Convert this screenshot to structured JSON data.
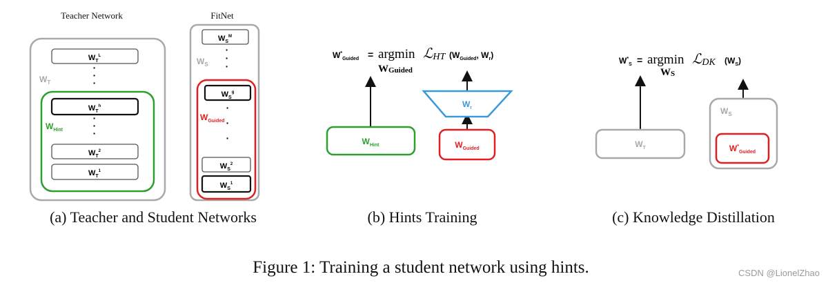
{
  "panel_a": {
    "teacher_title": "Teacher Network",
    "fitnet_title": "FitNet",
    "teacher_layers": {
      "top": {
        "main": "W",
        "sub": "T",
        "sup": "L"
      },
      "mid": {
        "main": "W",
        "sub": "T",
        "sup": "h"
      },
      "l2": {
        "main": "W",
        "sub": "T",
        "sup": "2"
      },
      "l1": {
        "main": "W",
        "sub": "T",
        "sup": "1"
      }
    },
    "teacher_label": {
      "main": "W",
      "sub": "T"
    },
    "hint_label": {
      "main": "W",
      "sub": "Hint"
    },
    "student_layers": {
      "top": {
        "main": "W",
        "sub": "S",
        "sup": "M"
      },
      "mid": {
        "main": "W",
        "sub": "S",
        "sup": "g"
      },
      "l2": {
        "main": "W",
        "sub": "S",
        "sup": "2"
      },
      "l1": {
        "main": "W",
        "sub": "S",
        "sup": "1"
      }
    },
    "student_label": {
      "main": "W",
      "sub": "S"
    },
    "guided_label": {
      "main": "W",
      "sub": "Guided"
    },
    "dots": "·",
    "caption": "(a) Teacher and Student Networks"
  },
  "panel_b": {
    "eq_lhs": {
      "main": "W",
      "sup": "*",
      "sub": "Guided"
    },
    "eq_equals": "=",
    "eq_op": "argmin",
    "eq_op_sub": "W",
    "eq_op_sub2": "Guided",
    "eq_loss": "ℒ",
    "eq_loss_sub": "HT",
    "eq_args": {
      "a_main": "W",
      "a_sub": "Guided",
      "comma": ",",
      "b_main": "W",
      "b_sub": "r"
    },
    "hint_box": {
      "main": "W",
      "sub": "Hint"
    },
    "regressor": {
      "main": "W",
      "sub": "r"
    },
    "guided_box": {
      "main": "W",
      "sub": "Guided"
    },
    "caption": "(b) Hints Training"
  },
  "panel_c": {
    "eq_lhs": {
      "main": "W",
      "sup": "*",
      "sub": "S"
    },
    "eq_equals": "=",
    "eq_op": "argmin",
    "eq_op_sub": "W",
    "eq_op_sub2": "S",
    "eq_loss": "ℒ",
    "eq_loss_sub": "DK",
    "eq_arg": {
      "open": "(",
      "main": "W",
      "sub": "S",
      "close": ")"
    },
    "teacher_box": {
      "main": "W",
      "sub": "T"
    },
    "student_label": {
      "main": "W",
      "sub": "S"
    },
    "student_inner": {
      "main": "W",
      "sup": "*",
      "sub": "Guided"
    },
    "caption": "(c) Knowledge Distillation"
  },
  "figure_caption": "Figure 1: Training a student network using hints.",
  "watermark": "CSDN @LionelZhao",
  "colors": {
    "gray": "#a9a9a9",
    "green": "#2ca02c",
    "red": "#e02020",
    "blue": "#3a9ad9",
    "black": "#111111"
  }
}
